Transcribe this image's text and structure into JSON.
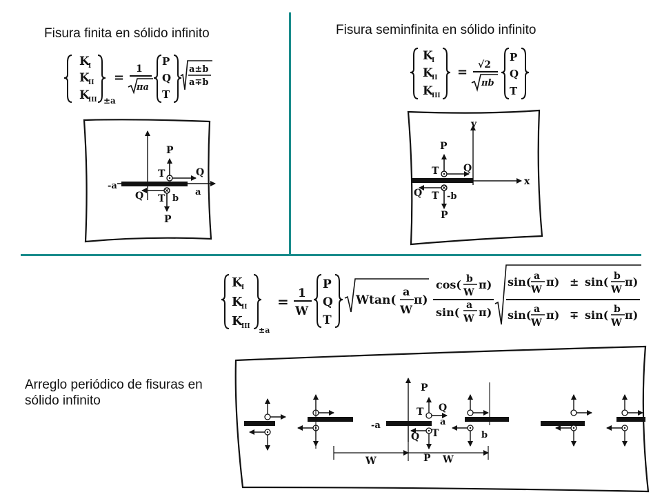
{
  "captions": {
    "finite": "Fisura finita en sólido infinito",
    "semi": "Fisura seminfinita en sólido infinito",
    "periodic": "Arreglo periódico de fisuras en sólido infinito"
  },
  "formulas": {
    "k_vector": [
      "K",
      "K",
      "K"
    ],
    "k_subscripts": [
      "I",
      "II",
      "III"
    ],
    "load_vector": [
      "P",
      "Q",
      "T"
    ],
    "equals": "=",
    "one": "1",
    "sqrt_two": "√2",
    "pi": "π",
    "finite_denominator": "πa",
    "semi_denominator": "πb",
    "finite_root_num": "a±b",
    "finite_root_den": "a∓b",
    "finite_subscript": "±a",
    "periodic_W": "W",
    "periodic_subscript": "±a",
    "periodic_wtan": "Wtan(",
    "cos": "cos(",
    "sin": "sin(",
    "a": "a",
    "b": "b",
    "pm": "±",
    "mp": "∓",
    "close_paren": "π)"
  },
  "diagram_labels": {
    "P": "P",
    "Q": "Q",
    "T": "T",
    "neg_a": "-a",
    "a": "a",
    "b": "b",
    "neg_b": "-b",
    "x": "x",
    "y": "y",
    "W": "W"
  },
  "colors": {
    "divider": "#1a8c8c",
    "ink": "#111111"
  }
}
